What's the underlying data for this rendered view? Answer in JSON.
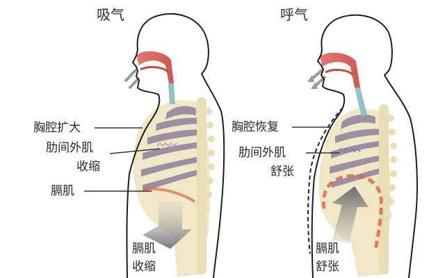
{
  "diagram": {
    "colors": {
      "outline": "#1c1c1c",
      "airway_red": "#d9534a",
      "airway_teal": "#8fc3c6",
      "lung_purple": "#8f7f9e",
      "rib_bone": "#efe6c4",
      "diaphragm_red": "#d96a4f",
      "arrow_gray": "#6e6e6e"
    },
    "panels": [
      {
        "id": "inhale",
        "title": "吸气",
        "labels": {
          "chest": "胸腔扩大",
          "intercostal_line1": "肋间外肌",
          "intercostal_line2": "收缩",
          "diaphragm": "膈肌",
          "diaphragm_state_line1": "膈肌",
          "diaphragm_state_line2": "收缩"
        }
      },
      {
        "id": "exhale",
        "title": "呼气",
        "labels": {
          "chest": "胸腔恢复",
          "intercostal_line1": "肋间外肌",
          "intercostal_line2": "舒张",
          "diaphragm_state_line1": "膈肌",
          "diaphragm_state_line2": "舒张"
        }
      }
    ]
  }
}
